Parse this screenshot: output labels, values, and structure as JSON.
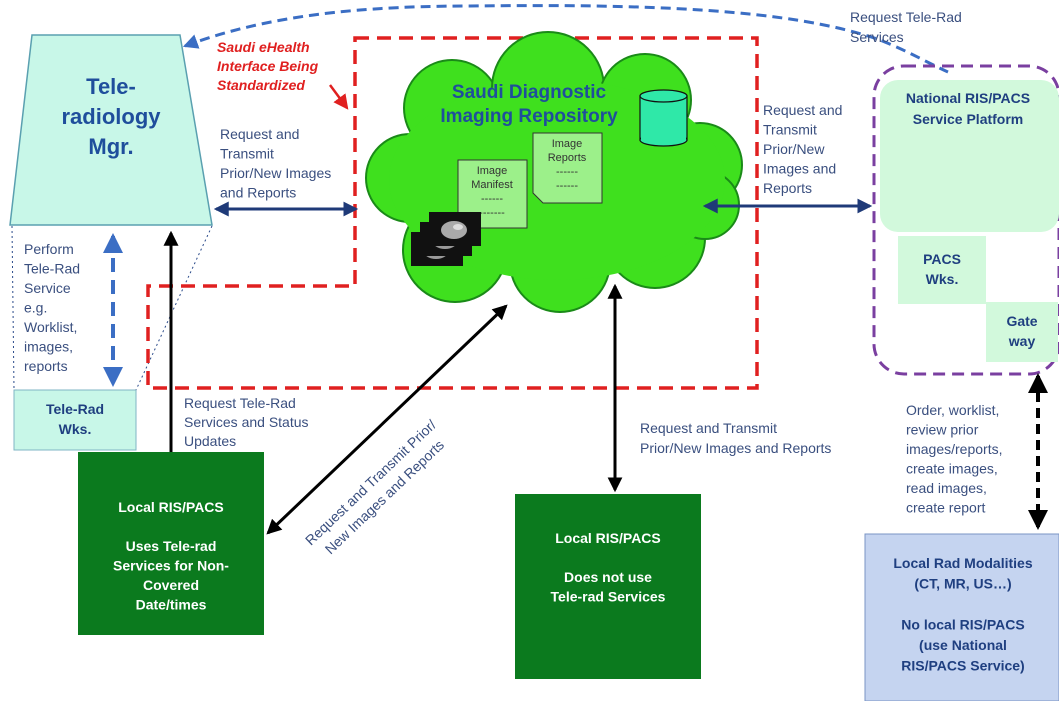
{
  "teleradiology_mgr": {
    "lines": [
      "Tele-",
      "radiology",
      "Mgr."
    ]
  },
  "ehealth_interface": {
    "lines": [
      "Saudi eHealth",
      "Interface Being",
      "Standardized"
    ]
  },
  "repository": {
    "title_lines": [
      "Saudi Diagnostic",
      "Imaging Repository"
    ],
    "manifest_lines": [
      "Image",
      "Manifest",
      "------",
      "-------"
    ],
    "reports_lines": [
      "Image",
      "Reports",
      "------",
      "------"
    ]
  },
  "national_platform": {
    "title_lines": [
      "National RIS/PACS",
      "Service Platform"
    ],
    "pacs_lines": [
      "PACS",
      "Wks."
    ],
    "gateway_lines": [
      "Gate",
      "way"
    ]
  },
  "tele_rad_wks": {
    "lines": [
      "Tele-Rad",
      "Wks."
    ]
  },
  "local_ris_uses": {
    "lines": [
      "Local RIS/PACS",
      "",
      "Uses Tele-rad",
      "Services for  Non-",
      "Covered",
      "Date/times"
    ]
  },
  "local_ris_nouse": {
    "lines": [
      "Local RIS/PACS",
      "",
      "Does not use",
      "Tele-rad Services"
    ]
  },
  "local_rad_modalities": {
    "lines": [
      "Local Rad Modalities",
      "(CT, MR, US…)",
      "",
      "No local  RIS/PACS",
      "(use National",
      "RIS/PACS Service)"
    ]
  },
  "labels": {
    "request_telerad_top": [
      "Request Tele-Rad",
      "Services"
    ],
    "req_transmit_left": [
      "Request and",
      "Transmit",
      "Prior/New Images",
      "and Reports"
    ],
    "req_transmit_right": [
      "Request and",
      "Transmit",
      "Prior/New",
      "Images and",
      "Reports"
    ],
    "perform_telerad": [
      "Perform",
      "Tele-Rad",
      "Service",
      "e.g.",
      "Worklist,",
      "images,",
      "reports"
    ],
    "request_status": [
      "Request Tele-Rad",
      "Services and Status",
      "Updates"
    ],
    "diag_request": [
      "Request and Transmit Prior/",
      "New Images and Reports"
    ],
    "req_transmit_bottom": [
      "Request and Transmit",
      "Prior/New Images and Reports"
    ],
    "order_worklist": [
      "Order, worklist,",
      "review prior",
      "images/reports,",
      "create images,",
      "read images,",
      "create report"
    ]
  },
  "colors": {
    "dark_green": "#0b7a1e",
    "light_cyan": "#c8f7e8",
    "mint": "#d2f9dc",
    "cloud_green": "#3fe01e",
    "doc_green": "#9cf08a",
    "blue_box": "#c5d4f0",
    "red_dash": "#e02020",
    "purple_dash": "#7a3fa0",
    "blue_dash": "#3b6ec4",
    "arrow_navy": "#1f3a78"
  }
}
